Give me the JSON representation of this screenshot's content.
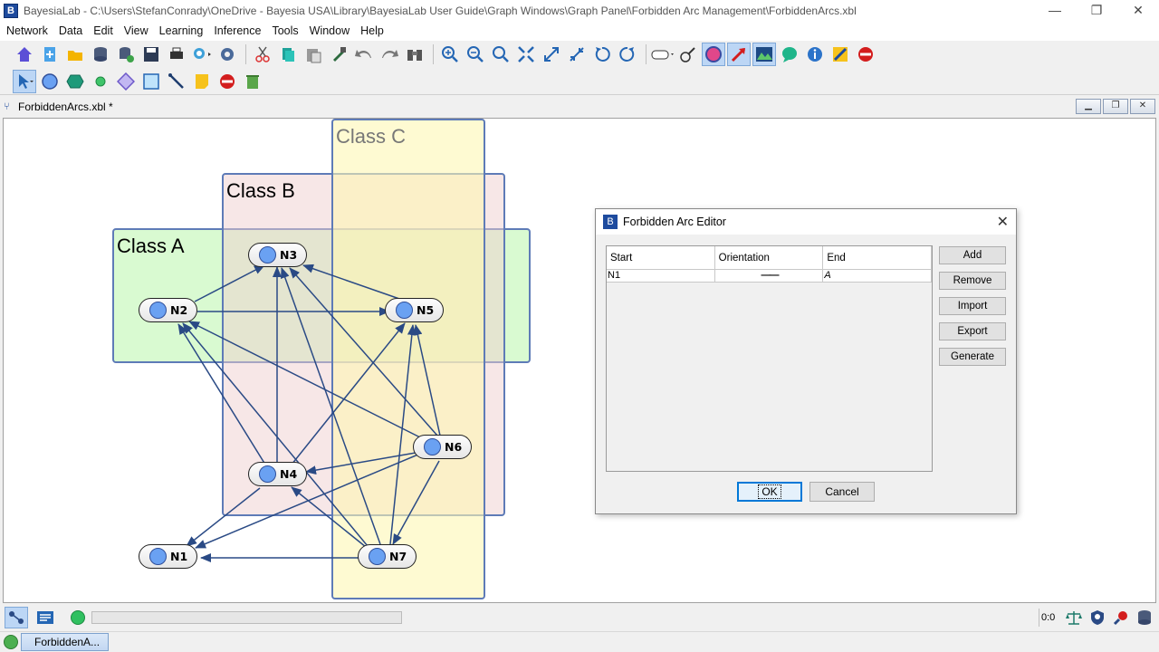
{
  "window": {
    "app_icon_glyph": "B",
    "title": "BayesiaLab - C:\\Users\\StefanConrady\\OneDrive - Bayesia USA\\Library\\BayesiaLab User Guide\\Graph Windows\\Graph Panel\\Forbidden Arc Management\\ForbiddenArcs.xbl",
    "minimize": "—",
    "restore": "❐",
    "close": "✕"
  },
  "menu": [
    "Network",
    "Data",
    "Edit",
    "View",
    "Learning",
    "Inference",
    "Tools",
    "Window",
    "Help"
  ],
  "toolbar1_icons": [
    "home-icon",
    "new-network-icon",
    "open-folder-icon",
    "database-icon",
    "database-export-icon",
    "save-icon",
    "print-icon",
    "search-zoom-icon",
    "settings-gear-icon",
    "cut-icon",
    "copy-icon",
    "paste-icon",
    "format-brush-icon",
    "undo-icon",
    "redo-icon",
    "binoculars-icon",
    "zoom-in-icon",
    "zoom-out-icon",
    "zoom-fit-icon",
    "fit-screen-icon",
    "expand-icon",
    "shrink-icon",
    "rotate-left-icon",
    "rotate-right-icon",
    "node-display-icon",
    "node-info-icon",
    "node-color-icon",
    "arc-tool-icon",
    "chart-icon",
    "comment-icon",
    "info-badge-icon",
    "note-pencil-icon",
    "forbidden-arc-icon"
  ],
  "toolbar2_icons": [
    "select-arrow-icon",
    "node-circle-icon",
    "node-hexagon-icon",
    "node-small-circle-icon",
    "node-diamond-icon",
    "class-rectangle-icon",
    "arc-line-icon",
    "note-icon",
    "stop-icon",
    "trash-icon"
  ],
  "document": {
    "title": "ForbiddenArcs.xbl *",
    "minimize": "▁",
    "restore": "❐",
    "close": "✕"
  },
  "classes": [
    {
      "id": "class-a",
      "label": "Class A",
      "fill": "#d9fad2"
    },
    {
      "id": "class-b",
      "label": "Class B",
      "fill": "#f3dede"
    },
    {
      "id": "class-c",
      "label": "Class C",
      "fill": "#fdf8c4"
    }
  ],
  "nodes": [
    "N1",
    "N2",
    "N3",
    "N4",
    "N5",
    "N6",
    "N7"
  ],
  "dialog": {
    "icon_glyph": "B",
    "title": "Forbidden Arc Editor",
    "close": "✕",
    "columns": [
      "Start",
      "Orientation",
      "End"
    ],
    "rows": [
      {
        "start": "N1",
        "orientation": "——",
        "end": "A"
      }
    ],
    "side_buttons": [
      "Add",
      "Remove",
      "Import",
      "Export",
      "Generate"
    ],
    "ok": "OK",
    "cancel": "Cancel"
  },
  "status": {
    "ratio": "0:0",
    "progress": 0
  },
  "taskbar": {
    "item": "ForbiddenA..."
  },
  "colors": {
    "class_border": "#5e7bb7",
    "arc": "#2a4a85",
    "node_dot": "#6aa1f2"
  }
}
